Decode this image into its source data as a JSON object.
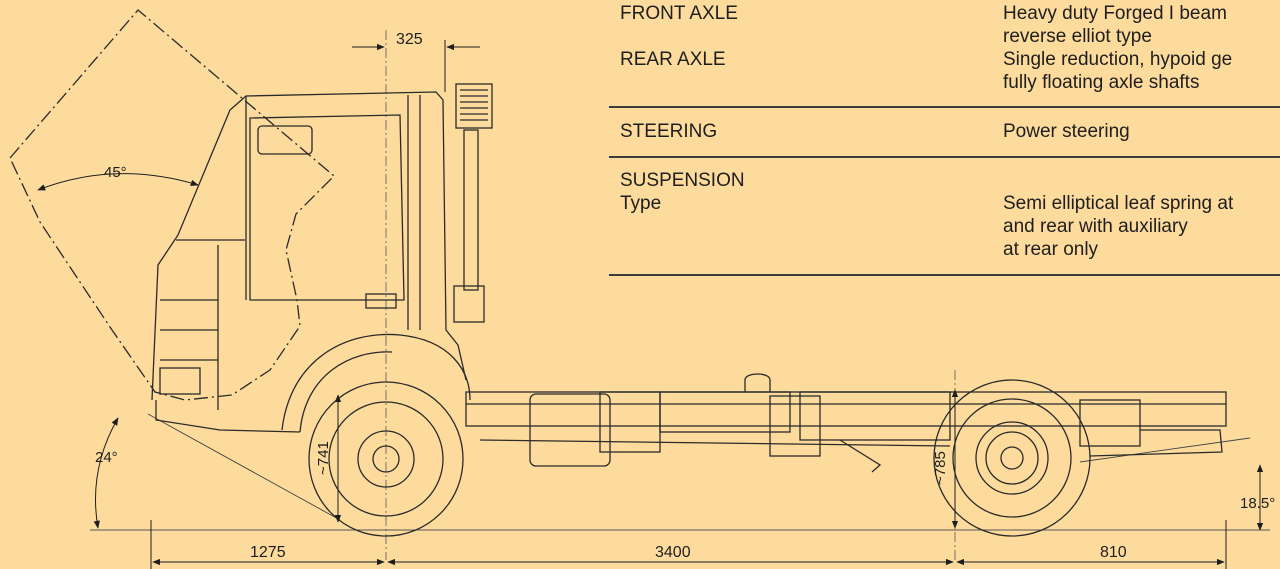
{
  "specs": {
    "front_axle": {
      "label": "FRONT AXLE",
      "value_line1": "Heavy duty Forged I beam",
      "value_line2": "reverse elliot type"
    },
    "rear_axle": {
      "label": "REAR AXLE",
      "value_line1": "Single reduction, hypoid ge",
      "value_line2": "fully floating axle shafts"
    },
    "steering": {
      "label": "STEERING",
      "value": "Power steering"
    },
    "suspension": {
      "label": "SUSPENSION",
      "sublabel": "Type",
      "value_line1": "Semi elliptical leaf spring at",
      "value_line2": "and rear with auxiliary",
      "value_line3": "at rear only"
    }
  },
  "dimensions": {
    "cab_offset": "325",
    "tilt_angle": "45°",
    "approach_angle": "24°",
    "departure_angle": "18.5°",
    "front_wheel_dia": "~741",
    "rear_wheel_dia": "~785",
    "front_overhang": "1275",
    "wheelbase": "3400",
    "rear_overhang": "810"
  },
  "colors": {
    "background": "#fddb9d",
    "line": "#2a2a2a",
    "text": "#1e1e1e"
  }
}
